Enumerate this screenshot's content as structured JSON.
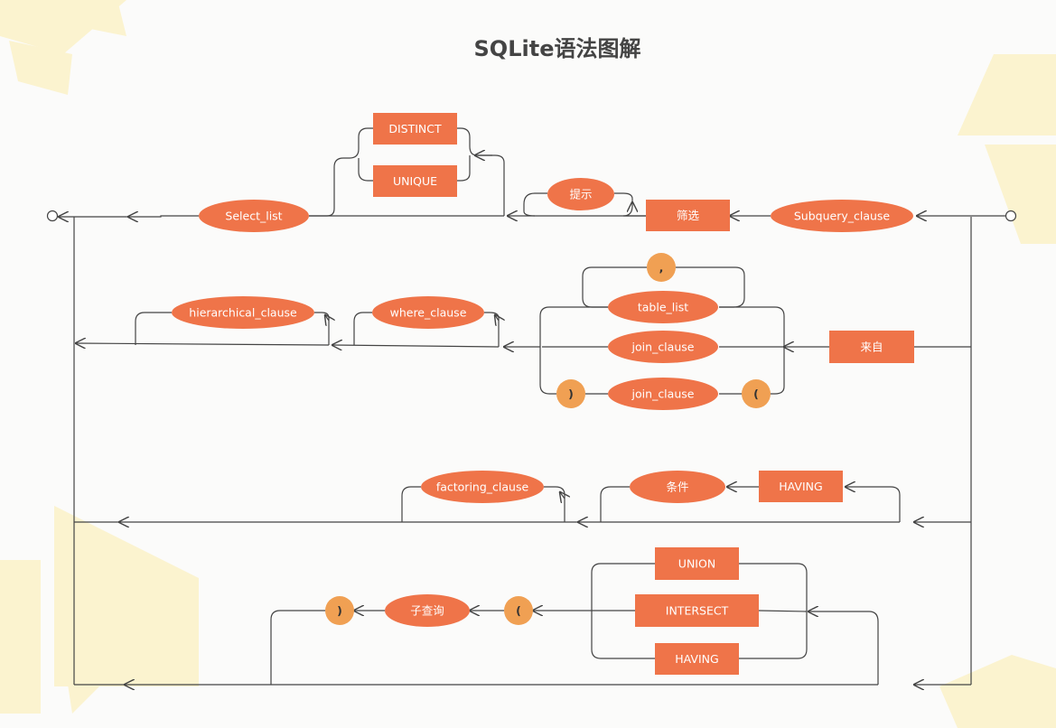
{
  "title": "SQLite语法图解",
  "nodes": {
    "distinct": "DISTINCT",
    "unique": "UNIQUE",
    "hint": "提示",
    "filter": "筛选",
    "subquery_clause": "Subquery_clause",
    "select_list": "Select_list",
    "comma": ",",
    "table_list": "table_list",
    "join_clause_1": "join_clause",
    "join_clause_2": "join_clause",
    "open_paren_1": "(",
    "close_paren_1": ")",
    "from": "来自",
    "where_clause": "where_clause",
    "hierarchical_clause": "hierarchical_clause",
    "having_1": "HAVING",
    "condition": "条件",
    "factoring_clause": "factoring_clause",
    "union": "UNION",
    "intersect": "INTERSECT",
    "having_2": "HAVING",
    "open_paren_2": "(",
    "subquery": "子查询",
    "close_paren_2": ")"
  },
  "colors": {
    "node": "#ef7449",
    "paren_node": "#f0a053",
    "line": "#444444",
    "decoration": "#fbf3cf",
    "background": "#fbfbfa"
  }
}
